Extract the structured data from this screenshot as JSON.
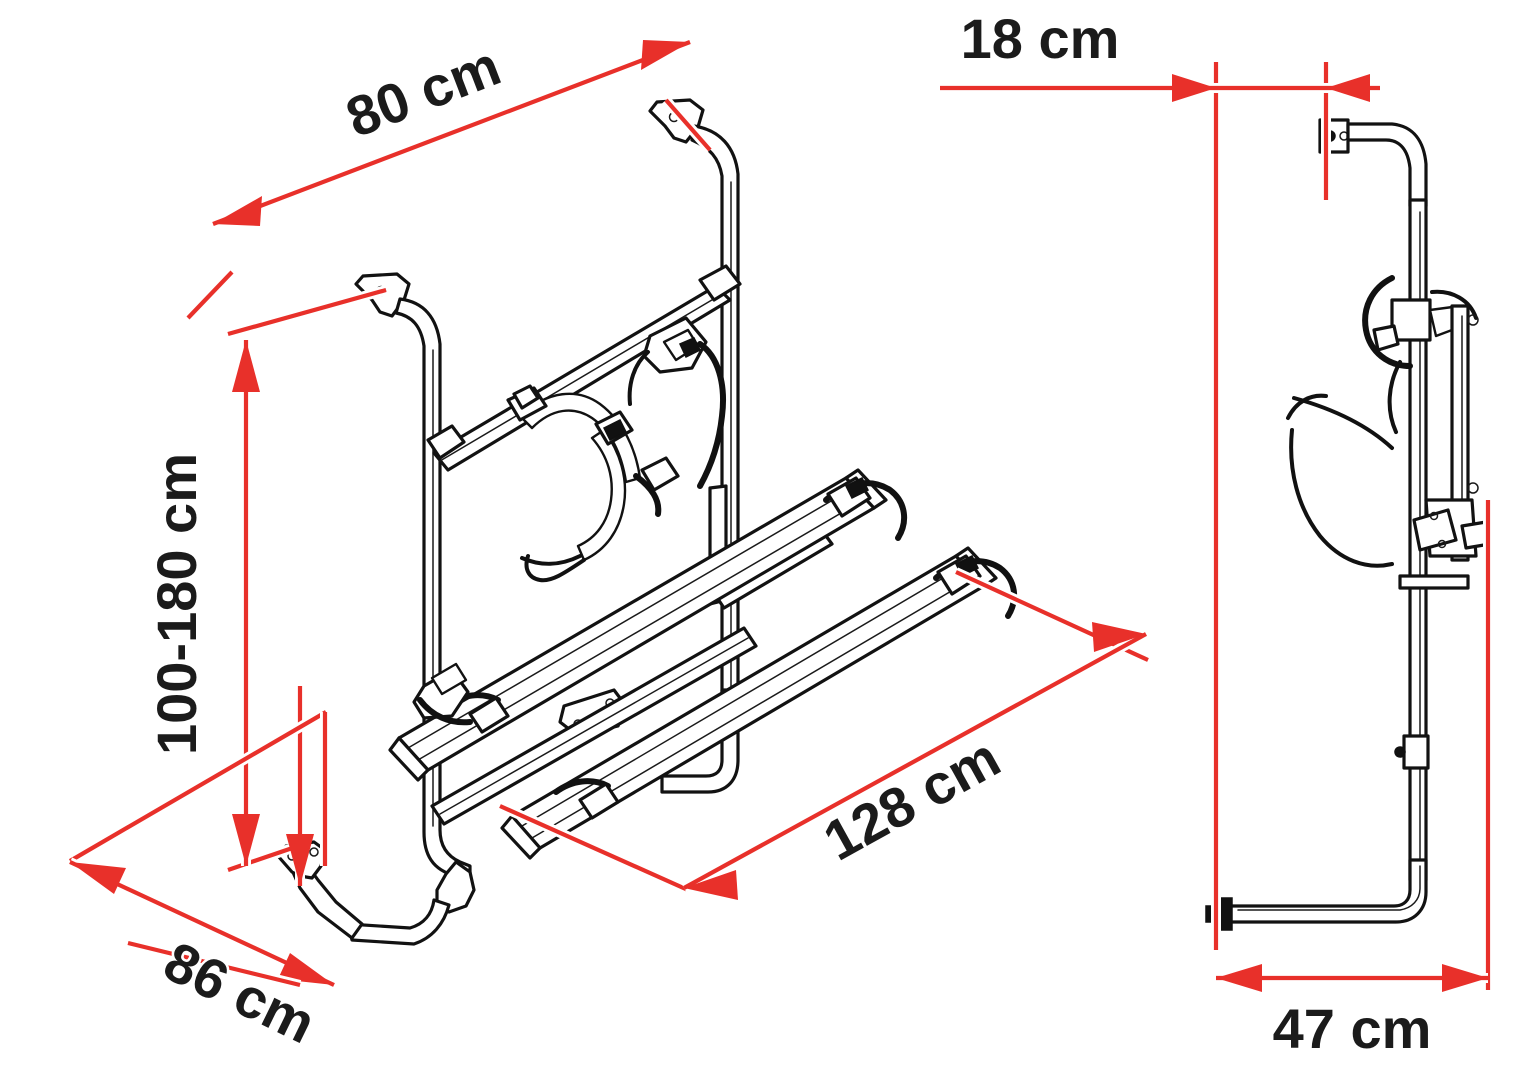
{
  "drawing": {
    "title": "Bike carrier dimension drawing",
    "background_color": "#ffffff",
    "line_color": "#121212",
    "dimension_color": "#e8302a",
    "views": [
      {
        "name": "rear-isometric-view",
        "label": ""
      },
      {
        "name": "side-view",
        "label": ""
      }
    ]
  },
  "dimensions": {
    "width_top": {
      "value": "80 cm",
      "view": "rear-isometric-view",
      "orientation": "diagonal-up"
    },
    "height_vertical": {
      "value": "100-180 cm",
      "view": "rear-isometric-view",
      "orientation": "vertical"
    },
    "depth_bottom": {
      "value": "86 cm",
      "view": "rear-isometric-view",
      "orientation": "diagonal-down"
    },
    "rail_length": {
      "value": "128 cm",
      "view": "rear-isometric-view",
      "orientation": "diagonal-up"
    },
    "offset_top": {
      "value": "18 cm",
      "view": "side-view",
      "orientation": "horizontal"
    },
    "depth_side": {
      "value": "47 cm",
      "view": "side-view",
      "orientation": "horizontal"
    }
  },
  "labels": {
    "d80": "80 cm",
    "d100_180": "100-180 cm",
    "d86": "86 cm",
    "d128": "128 cm",
    "d18": "18 cm",
    "d47": "47 cm"
  }
}
